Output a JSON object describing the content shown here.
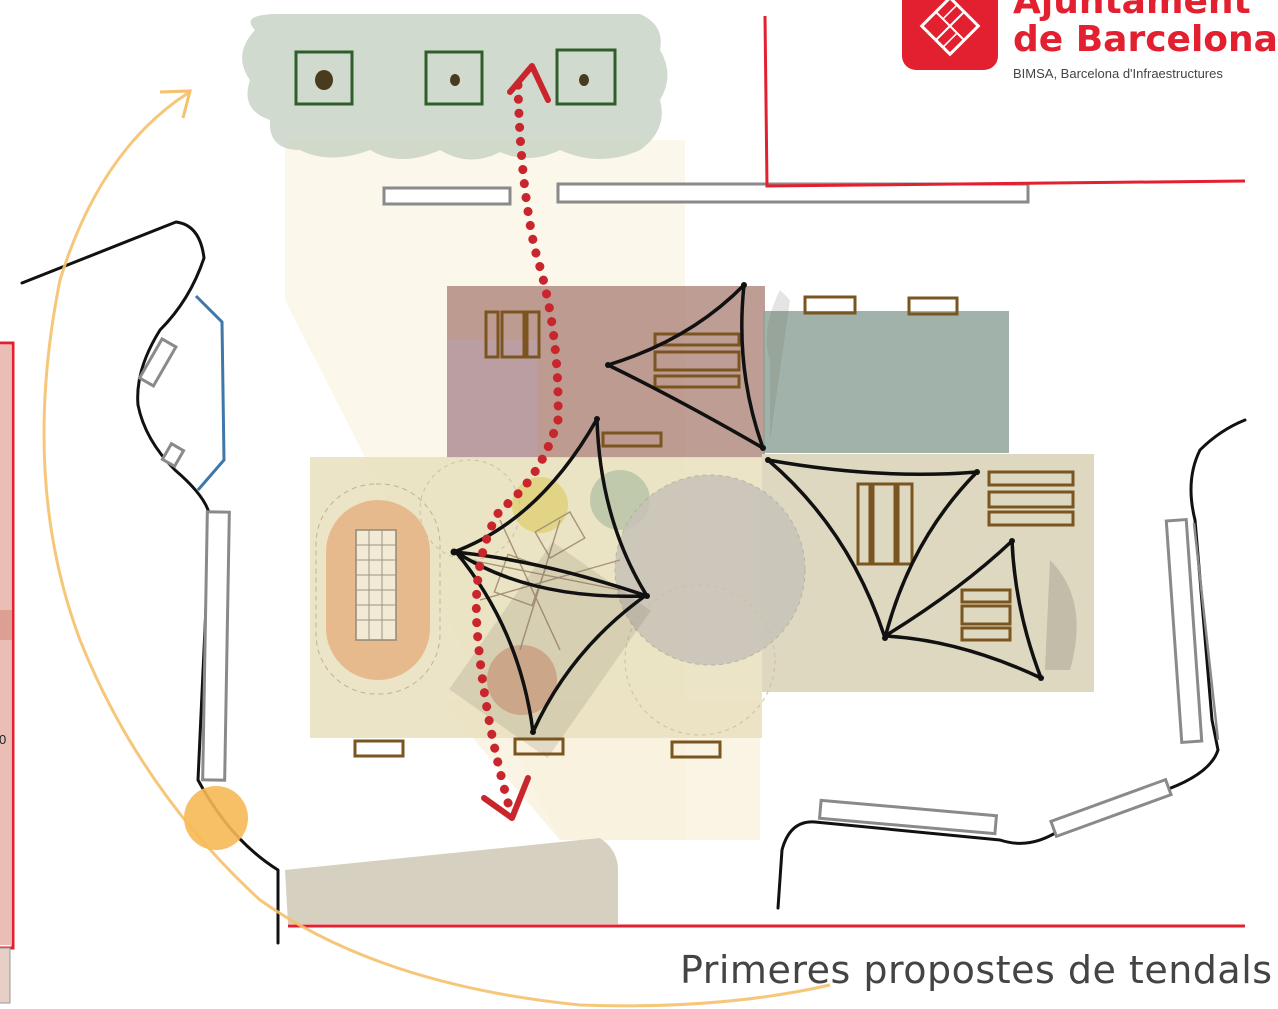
{
  "logo": {
    "title_line1": "Ajuntament",
    "title_line2": "de Barcelona",
    "subtitle": "BIMSA, Barcelona d'Infraestructures",
    "brand_color": "#e2202f"
  },
  "caption": "Primeres propostes de tendals",
  "side_label": "0",
  "colors": {
    "site_boundary": "#e2202f",
    "walking_route": "#c8262c",
    "sun_path": "#f5c16c",
    "sun": "#f7b955",
    "tree_canopy": "#c8d2c4",
    "planter": "#2e5e2a",
    "bench": "#7a5520",
    "shade_sail": "#111111",
    "upper_left_zone": "#a87c72",
    "upper_right_zone": "#8fa59a",
    "playground_zone": "#e7dfbf",
    "right_zone": "#ddd6bf"
  },
  "icons": [
    "ajuntament-logo-icon",
    "sun-icon",
    "route-arrow-icon"
  ]
}
